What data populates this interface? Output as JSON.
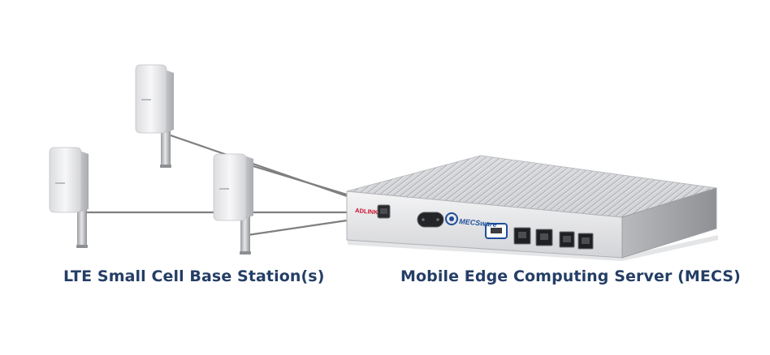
{
  "captions": {
    "base_stations": "LTE Small Cell Base Station(s)",
    "server": "Mobile Edge Computing Server (MECS)"
  },
  "server_labels": {
    "brand": "ADLINK",
    "software": "MECSware"
  },
  "colors": {
    "caption_text": "#243e66",
    "cable": "#7f7f7f",
    "server_body": "#d9dadc",
    "brand_red": "#c8102e",
    "software_blue": "#1f4f9a"
  }
}
